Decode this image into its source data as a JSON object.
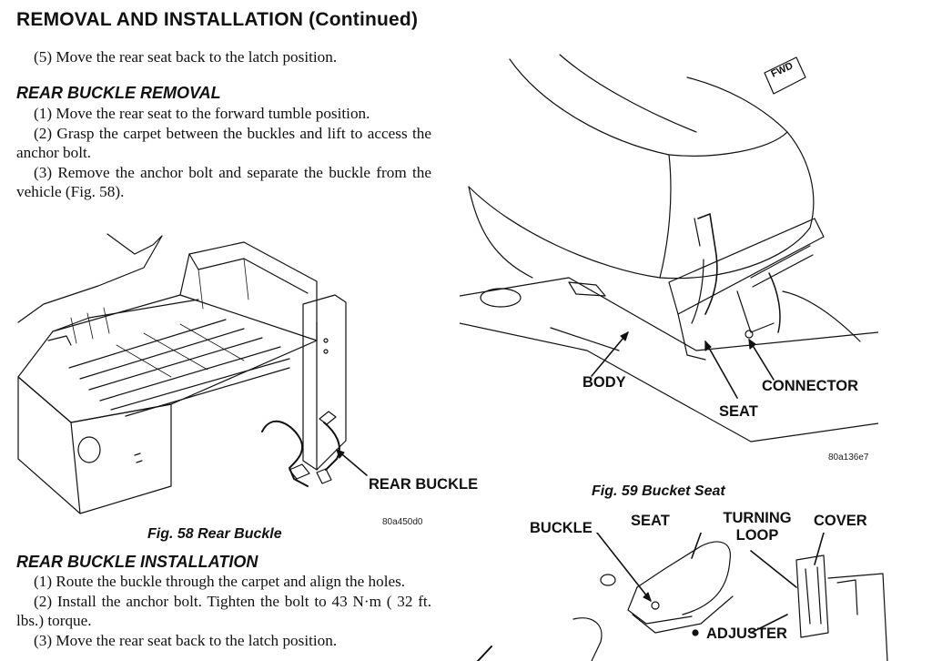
{
  "header": {
    "title": "REMOVAL AND INSTALLATION (Continued)"
  },
  "intro_step": "(5) Move the rear seat back to the latch position.",
  "removal": {
    "heading": "REAR BUCKLE REMOVAL",
    "steps": [
      "(1) Move the rear seat to the forward tumble position.",
      "(2) Grasp the carpet between the buckles and lift to access the anchor bolt.",
      "(3) Remove the anchor bolt and separate the buckle from the vehicle (Fig. 58)."
    ]
  },
  "fig58": {
    "caption": "Fig. 58 Rear Buckle",
    "label": "REAR BUCKLE",
    "code": "80a450d0"
  },
  "installation": {
    "heading": "REAR BUCKLE INSTALLATION",
    "steps": [
      "(1) Route the buckle through the carpet and align the holes.",
      "(2) Install the anchor bolt. Tighten the bolt to 43 N·m ( 32 ft. lbs.) torque.",
      "(3) Move the rear seat back to the latch position."
    ]
  },
  "fig59": {
    "caption": "Fig. 59 Bucket Seat",
    "labels": {
      "fwd": "FWD",
      "body": "BODY",
      "seat": "SEAT",
      "connector": "CONNECTOR"
    },
    "code": "80a136e7"
  },
  "fig60": {
    "labels": {
      "buckle": "BUCKLE",
      "seat": "SEAT",
      "turning_loop": "TURNING LOOP",
      "cover": "COVER",
      "adjuster": "ADJUSTER"
    }
  }
}
